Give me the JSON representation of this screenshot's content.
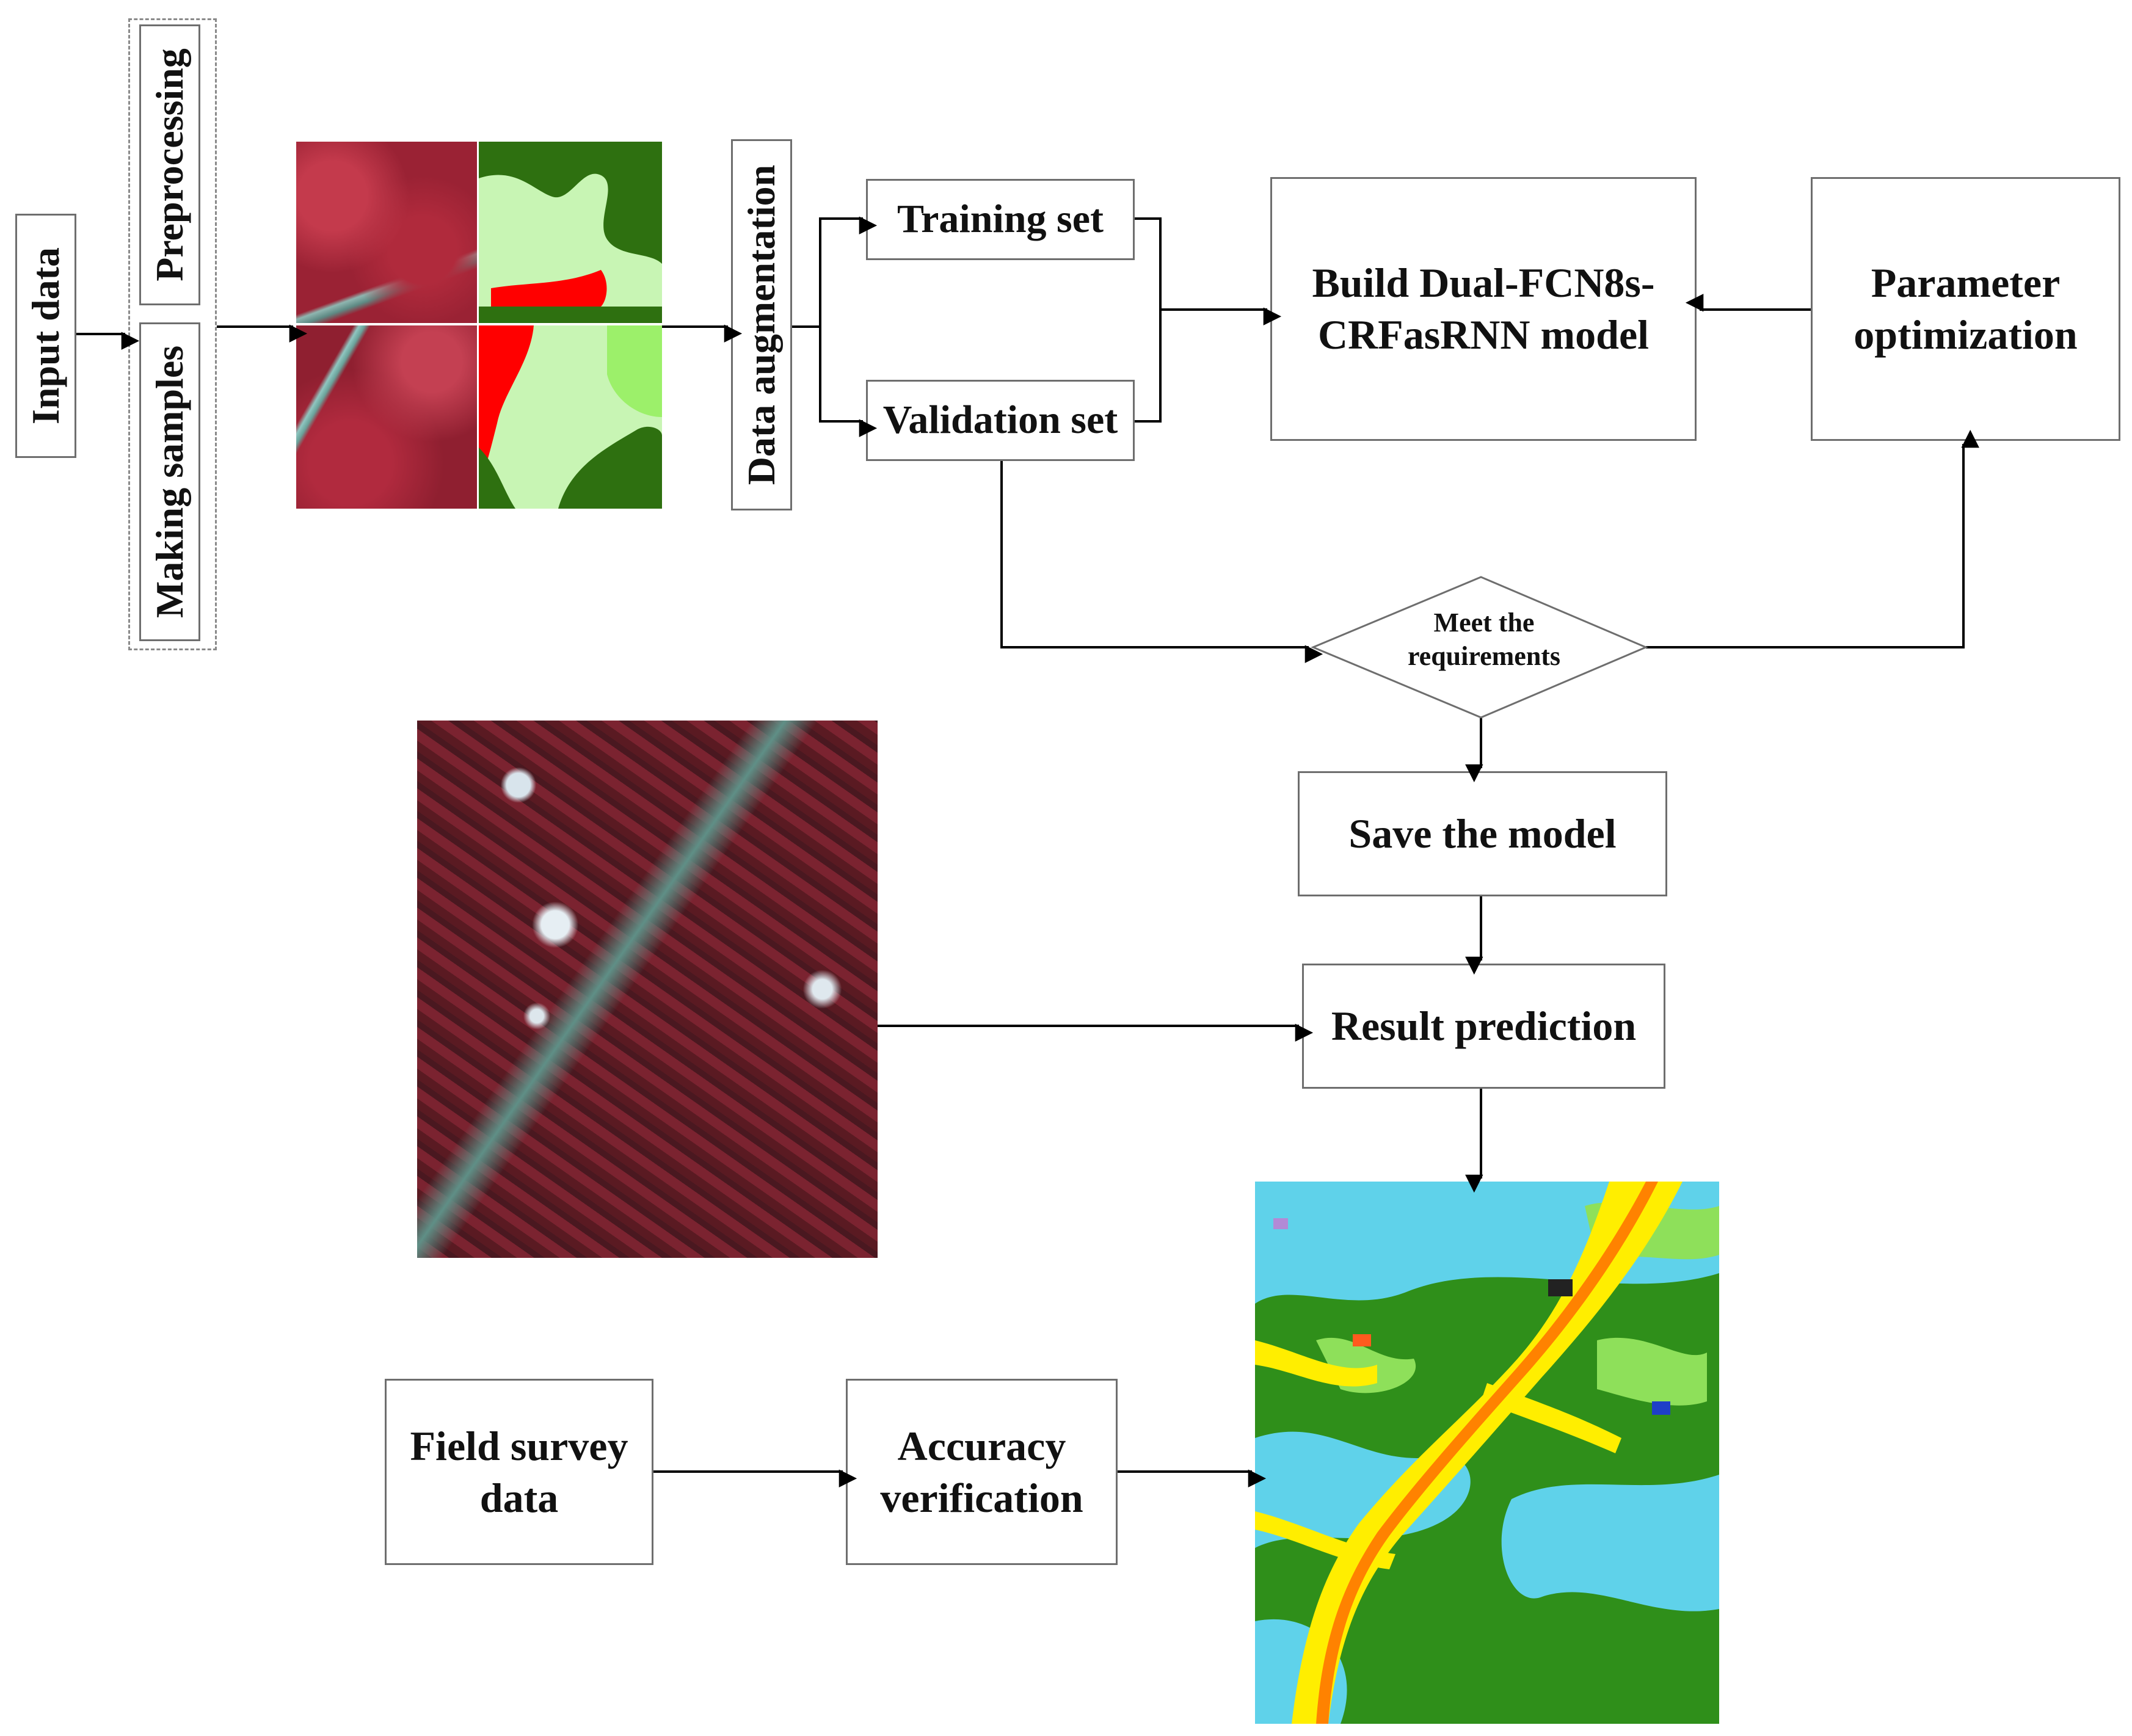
{
  "nodes": {
    "input_data": "Input data",
    "preprocessing": "Preprocessing",
    "making_samples": "Making samples",
    "data_augmentation": "Data augmentation",
    "training_set": "Training set",
    "validation_set": "Validation set",
    "build_model_line1": "Build Dual-FCN8s-",
    "build_model_line2": "CRFasRNN model",
    "parameter_optimization_line1": "Parameter",
    "parameter_optimization_line2": "optimization",
    "meet_requirements_line1": "Meet the",
    "meet_requirements_line2": "requirements",
    "save_model": "Save the model",
    "result_prediction": "Result prediction",
    "field_survey_line1": "Field survey",
    "field_survey_line2": "data",
    "accuracy_verification_line1": "Accuracy",
    "accuracy_verification_line2": "verification"
  },
  "colors": {
    "satellite_red": "#8e1e2c",
    "label_dark_green": "#2e7010",
    "label_light_green": "#c8f5b4",
    "label_red": "#ff0000",
    "label_lime": "#9cf06a",
    "map_yellow": "#ffee00",
    "map_cyan": "#5fd2ea",
    "map_green": "#2f8f1a",
    "arrow": "#000000",
    "border": "#6e6e6e"
  }
}
